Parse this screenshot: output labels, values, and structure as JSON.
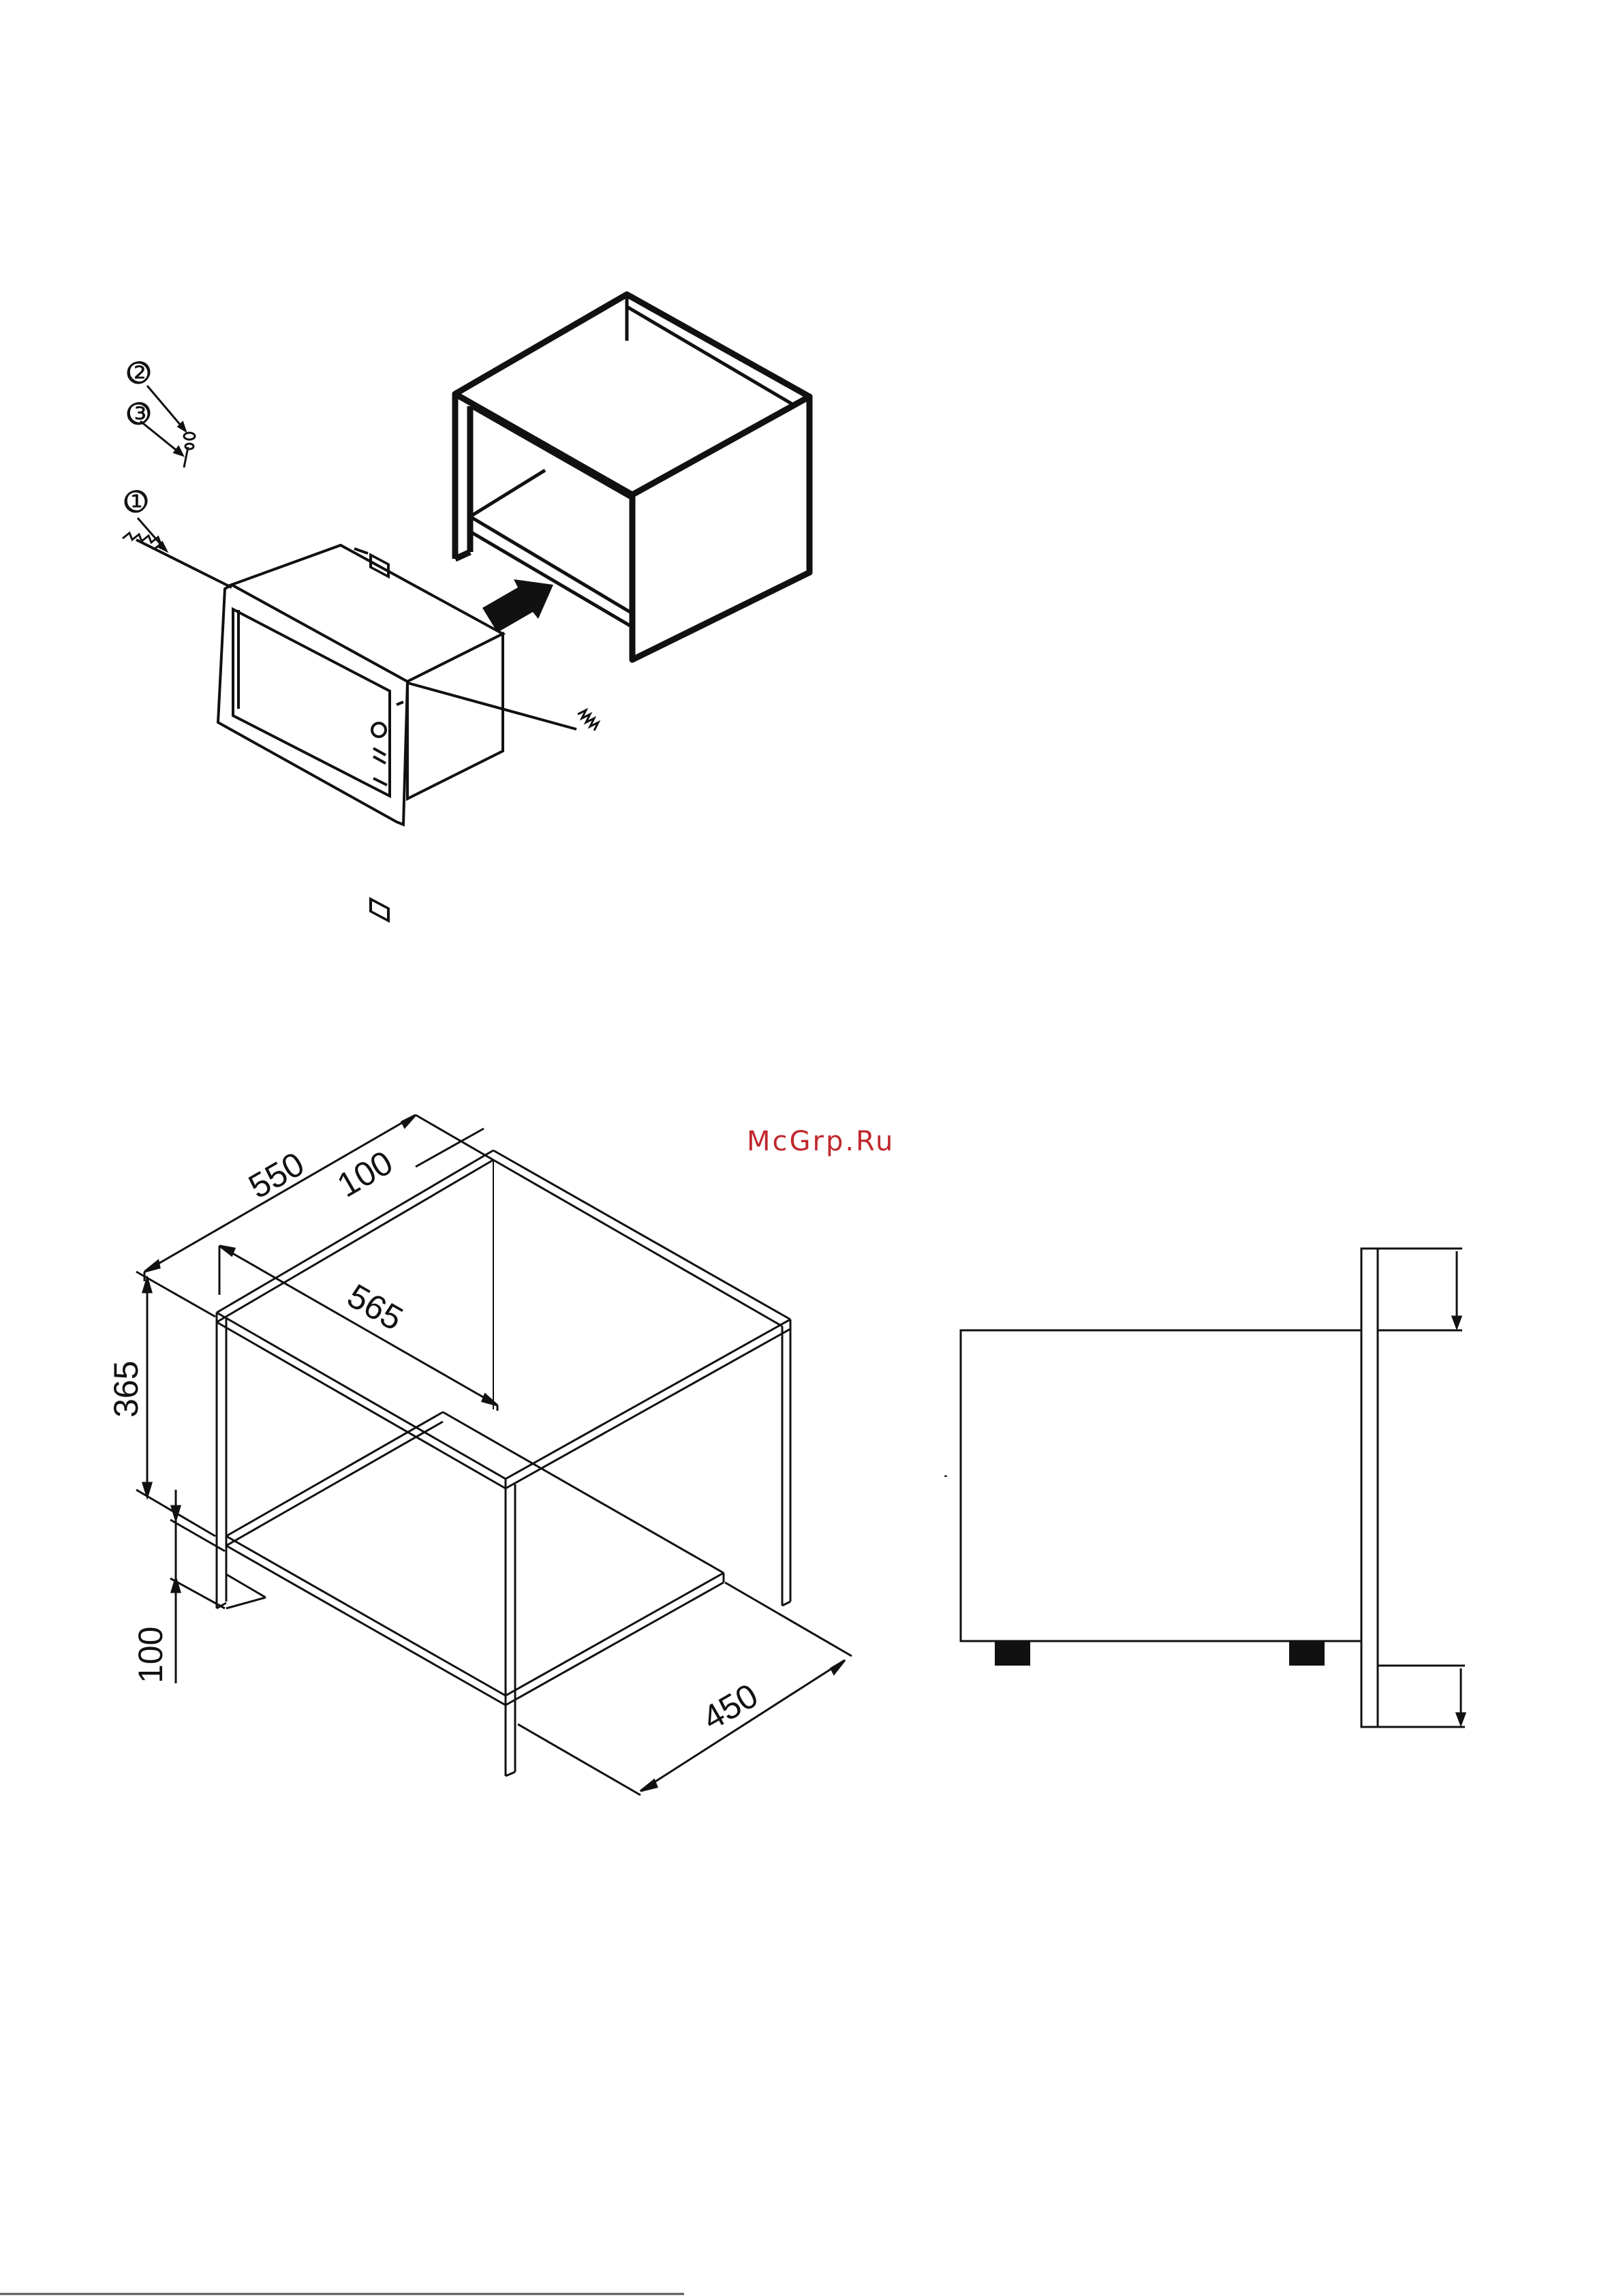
{
  "watermark": {
    "text": "McGrp.Ru",
    "color": "#c0282e"
  },
  "installation_diagram": {
    "callouts": [
      "①",
      "②",
      "③"
    ]
  },
  "cabinet_dimensions": {
    "depth_top": "550",
    "back_gap": "100",
    "width": "565",
    "height": "365",
    "bottom_gap": "100",
    "depth_bottom": "450"
  },
  "colors": {
    "line": "#111111",
    "arrow": "#111111"
  }
}
